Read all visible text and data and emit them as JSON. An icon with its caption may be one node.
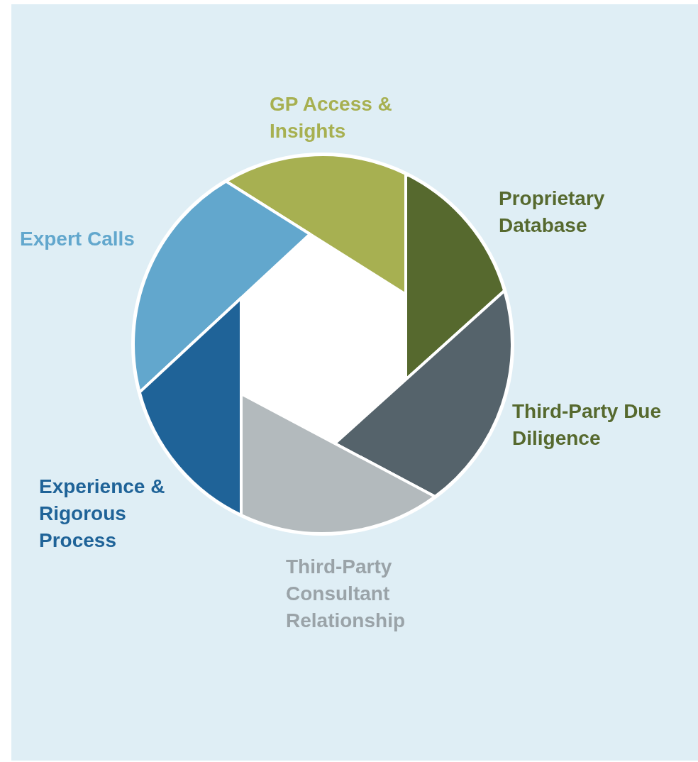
{
  "diagram": {
    "nodes": [
      {
        "text": [
          "GP Access & Insights"
        ]
      },
      {
        "text": [
          "Proprietary Database"
        ]
      },
      {
        "text": [
          "Expert Calls"
        ]
      },
      {
        "text": [
          "Third-Party Due Diligence"
        ]
      },
      {
        "text": [
          "Experience & Rigorous Process"
        ]
      },
      {
        "text": [
          "Third-Party Consultant Relationship"
        ]
      }
    ]
  }
}
